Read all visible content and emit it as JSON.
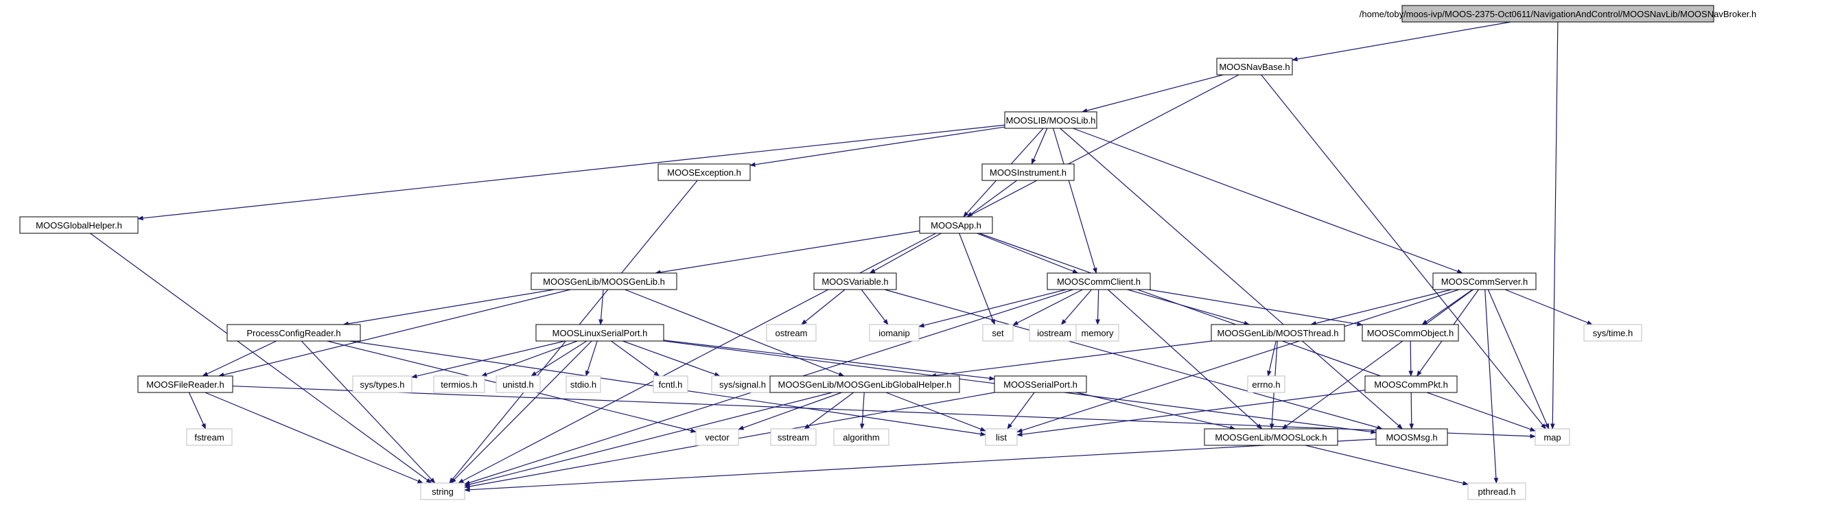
{
  "colors": {
    "edge": "#191970",
    "node_border": "#000000",
    "external_border": "#bfbfbf",
    "root_fill": "#bfbfbf",
    "node_fill": "#ffffff",
    "text": "#000000"
  },
  "nodes": {
    "root": {
      "label": "/home/toby/moos-ivp/MOOS-2375-Oct0611/NavigationAndControl/MOOSNavLib/MOOSNavBroker.h",
      "kind": "root"
    },
    "navbase": {
      "label": "MOOSNavBase.h",
      "kind": "file"
    },
    "mooslib": {
      "label": "MOOSLIB/MOOSLib.h",
      "kind": "file"
    },
    "exception": {
      "label": "MOOSException.h",
      "kind": "file"
    },
    "instrument": {
      "label": "MOOSInstrument.h",
      "kind": "file"
    },
    "globalhelper": {
      "label": "MOOSGlobalHelper.h",
      "kind": "file"
    },
    "app": {
      "label": "MOOSApp.h",
      "kind": "file"
    },
    "genlib": {
      "label": "MOOSGenLib/MOOSGenLib.h",
      "kind": "file"
    },
    "variable": {
      "label": "MOOSVariable.h",
      "kind": "file"
    },
    "commclient": {
      "label": "MOOSCommClient.h",
      "kind": "file"
    },
    "commserver": {
      "label": "MOOSCommServer.h",
      "kind": "file"
    },
    "processconfig": {
      "label": "ProcessConfigReader.h",
      "kind": "file"
    },
    "linuxserial": {
      "label": "MOOSLinuxSerialPort.h",
      "kind": "file"
    },
    "ostream": {
      "label": "ostream",
      "kind": "external"
    },
    "iomanip": {
      "label": "iomanip",
      "kind": "external"
    },
    "set": {
      "label": "set",
      "kind": "external"
    },
    "iostream": {
      "label": "iostream",
      "kind": "external"
    },
    "memory": {
      "label": "memory",
      "kind": "external"
    },
    "thread": {
      "label": "MOOSGenLib/MOOSThread.h",
      "kind": "file"
    },
    "commobject": {
      "label": "MOOSCommObject.h",
      "kind": "file"
    },
    "systime": {
      "label": "sys/time.h",
      "kind": "external"
    },
    "filereader": {
      "label": "MOOSFileReader.h",
      "kind": "file"
    },
    "systypes": {
      "label": "sys/types.h",
      "kind": "external"
    },
    "termios": {
      "label": "termios.h",
      "kind": "external"
    },
    "unistd": {
      "label": "unistd.h",
      "kind": "external"
    },
    "stdio": {
      "label": "stdio.h",
      "kind": "external"
    },
    "fcntl": {
      "label": "fcntl.h",
      "kind": "external"
    },
    "syssignal": {
      "label": "sys/signal.h",
      "kind": "external"
    },
    "genlibglobal": {
      "label": "MOOSGenLib/MOOSGenLibGlobalHelper.h",
      "kind": "file"
    },
    "serialport": {
      "label": "MOOSSerialPort.h",
      "kind": "file"
    },
    "errno": {
      "label": "errno.h",
      "kind": "external"
    },
    "commpkt": {
      "label": "MOOSCommPkt.h",
      "kind": "file"
    },
    "fstream": {
      "label": "fstream",
      "kind": "external"
    },
    "vector": {
      "label": "vector",
      "kind": "external"
    },
    "sstream": {
      "label": "sstream",
      "kind": "external"
    },
    "algorithm": {
      "label": "algorithm",
      "kind": "external"
    },
    "list": {
      "label": "list",
      "kind": "external"
    },
    "lock": {
      "label": "MOOSGenLib/MOOSLock.h",
      "kind": "file"
    },
    "msg": {
      "label": "MOOSMsg.h",
      "kind": "file"
    },
    "map": {
      "label": "map",
      "kind": "external"
    },
    "string": {
      "label": "string",
      "kind": "external"
    },
    "pthread": {
      "label": "pthread.h",
      "kind": "external"
    }
  },
  "edges": [
    [
      "root",
      "navbase"
    ],
    [
      "root",
      "map"
    ],
    [
      "navbase",
      "mooslib"
    ],
    [
      "navbase",
      "string"
    ],
    [
      "navbase",
      "map"
    ],
    [
      "mooslib",
      "exception"
    ],
    [
      "mooslib",
      "instrument"
    ],
    [
      "mooslib",
      "app"
    ],
    [
      "mooslib",
      "globalhelper"
    ],
    [
      "mooslib",
      "commclient"
    ],
    [
      "mooslib",
      "commserver"
    ],
    [
      "mooslib",
      "msg"
    ],
    [
      "exception",
      "string"
    ],
    [
      "instrument",
      "app"
    ],
    [
      "globalhelper",
      "string"
    ],
    [
      "app",
      "genlib"
    ],
    [
      "app",
      "variable"
    ],
    [
      "app",
      "commclient"
    ],
    [
      "app",
      "set"
    ],
    [
      "app",
      "map"
    ],
    [
      "genlib",
      "processconfig"
    ],
    [
      "genlib",
      "linuxserial"
    ],
    [
      "genlib",
      "filereader"
    ],
    [
      "genlib",
      "genlibglobal"
    ],
    [
      "variable",
      "ostream"
    ],
    [
      "variable",
      "iomanip"
    ],
    [
      "variable",
      "msg"
    ],
    [
      "commclient",
      "iomanip"
    ],
    [
      "commclient",
      "set"
    ],
    [
      "commclient",
      "iostream"
    ],
    [
      "commclient",
      "memory"
    ],
    [
      "commclient",
      "thread"
    ],
    [
      "commclient",
      "commobject"
    ],
    [
      "commclient",
      "lock"
    ],
    [
      "commclient",
      "string"
    ],
    [
      "commserver",
      "thread"
    ],
    [
      "commserver",
      "commobject"
    ],
    [
      "commserver",
      "commpkt"
    ],
    [
      "commserver",
      "systime"
    ],
    [
      "commserver",
      "map"
    ],
    [
      "commserver",
      "list"
    ],
    [
      "commserver",
      "lock"
    ],
    [
      "commserver",
      "pthread"
    ],
    [
      "processconfig",
      "filereader"
    ],
    [
      "processconfig",
      "string"
    ],
    [
      "processconfig",
      "vector"
    ],
    [
      "processconfig",
      "list"
    ],
    [
      "linuxserial",
      "systypes"
    ],
    [
      "linuxserial",
      "termios"
    ],
    [
      "linuxserial",
      "unistd"
    ],
    [
      "linuxserial",
      "stdio"
    ],
    [
      "linuxserial",
      "fcntl"
    ],
    [
      "linuxserial",
      "syssignal"
    ],
    [
      "linuxserial",
      "serialport"
    ],
    [
      "linuxserial",
      "string"
    ],
    [
      "linuxserial",
      "msg"
    ],
    [
      "thread",
      "genlibglobal"
    ],
    [
      "thread",
      "errno"
    ],
    [
      "thread",
      "lock"
    ],
    [
      "commobject",
      "commpkt"
    ],
    [
      "filereader",
      "fstream"
    ],
    [
      "filereader",
      "string"
    ],
    [
      "filereader",
      "map"
    ],
    [
      "genlibglobal",
      "vector"
    ],
    [
      "genlibglobal",
      "sstream"
    ],
    [
      "genlibglobal",
      "algorithm"
    ],
    [
      "genlibglobal",
      "list"
    ],
    [
      "genlibglobal",
      "string"
    ],
    [
      "serialport",
      "list"
    ],
    [
      "serialport",
      "string"
    ],
    [
      "serialport",
      "lock"
    ],
    [
      "commpkt",
      "list"
    ],
    [
      "commpkt",
      "msg"
    ],
    [
      "msg",
      "string"
    ],
    [
      "lock",
      "pthread"
    ]
  ]
}
